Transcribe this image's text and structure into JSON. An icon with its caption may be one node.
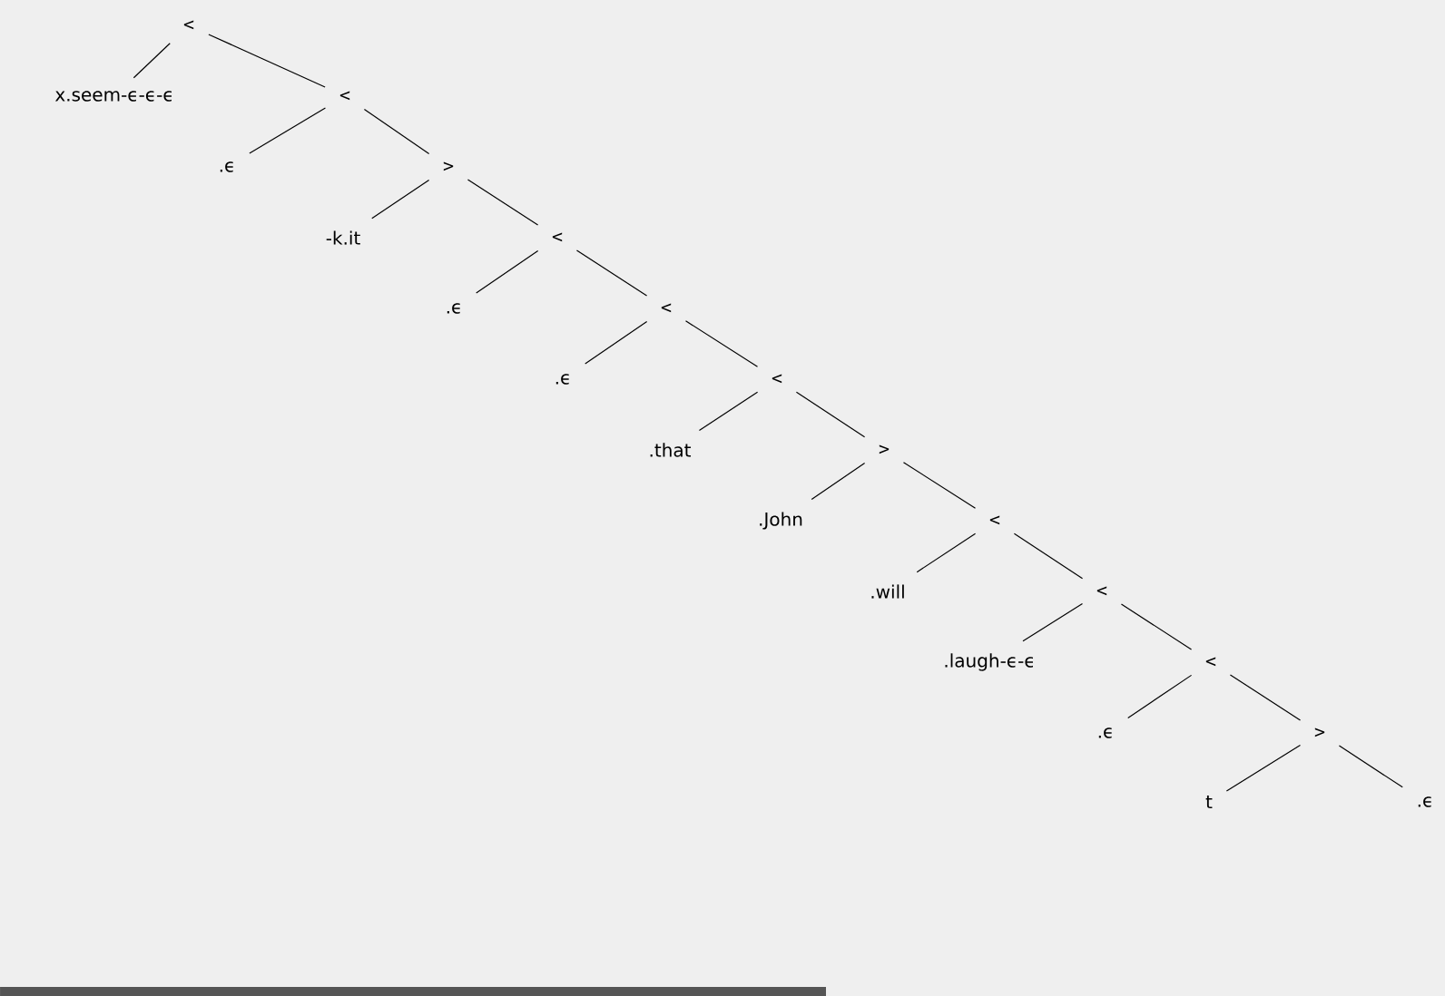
{
  "diagram": {
    "nodes": [
      {
        "text": [
          "<"
        ]
      },
      {
        "text": [
          "x.seem-ϵ-ϵ-ϵ"
        ]
      },
      {
        "text": [
          "<"
        ]
      },
      {
        "text": [
          ".ϵ"
        ]
      },
      {
        "text": [
          ">"
        ]
      },
      {
        "text": [
          "-k.it"
        ]
      },
      {
        "text": [
          "<"
        ]
      },
      {
        "text": [
          ".ϵ"
        ]
      },
      {
        "text": [
          "<"
        ]
      },
      {
        "text": [
          ".ϵ"
        ]
      },
      {
        "text": [
          "<"
        ]
      },
      {
        "text": [
          ".that"
        ]
      },
      {
        "text": [
          ">"
        ]
      },
      {
        "text": [
          ".John"
        ]
      },
      {
        "text": [
          "<"
        ]
      },
      {
        "text": [
          ".will"
        ]
      },
      {
        "text": [
          "<"
        ]
      },
      {
        "text": [
          ".laugh-ϵ-ϵ"
        ]
      },
      {
        "text": [
          "<"
        ]
      },
      {
        "text": [
          ".ϵ"
        ]
      },
      {
        "text": [
          ">"
        ]
      },
      {
        "text": [
          "t"
        ]
      },
      {
        "text": [
          ".ϵ"
        ]
      }
    ],
    "edges": [
      {
        "from": 0,
        "to": 1,
        "arrow": "none"
      },
      {
        "from": 0,
        "to": 2,
        "arrow": "none"
      },
      {
        "from": 2,
        "to": 3,
        "arrow": "none"
      },
      {
        "from": 2,
        "to": 4,
        "arrow": "none"
      },
      {
        "from": 4,
        "to": 5,
        "arrow": "none"
      },
      {
        "from": 4,
        "to": 6,
        "arrow": "none"
      },
      {
        "from": 6,
        "to": 7,
        "arrow": "none"
      },
      {
        "from": 6,
        "to": 8,
        "arrow": "none"
      },
      {
        "from": 8,
        "to": 9,
        "arrow": "none"
      },
      {
        "from": 8,
        "to": 10,
        "arrow": "none"
      },
      {
        "from": 10,
        "to": 11,
        "arrow": "none"
      },
      {
        "from": 10,
        "to": 12,
        "arrow": "none"
      },
      {
        "from": 12,
        "to": 13,
        "arrow": "none"
      },
      {
        "from": 12,
        "to": 14,
        "arrow": "none"
      },
      {
        "from": 14,
        "to": 15,
        "arrow": "none"
      },
      {
        "from": 14,
        "to": 16,
        "arrow": "none"
      },
      {
        "from": 16,
        "to": 17,
        "arrow": "none"
      },
      {
        "from": 16,
        "to": 18,
        "arrow": "none"
      },
      {
        "from": 18,
        "to": 19,
        "arrow": "none"
      },
      {
        "from": 18,
        "to": 20,
        "arrow": "none"
      },
      {
        "from": 20,
        "to": 21,
        "arrow": "none"
      },
      {
        "from": 20,
        "to": 22,
        "arrow": "none"
      }
    ]
  }
}
